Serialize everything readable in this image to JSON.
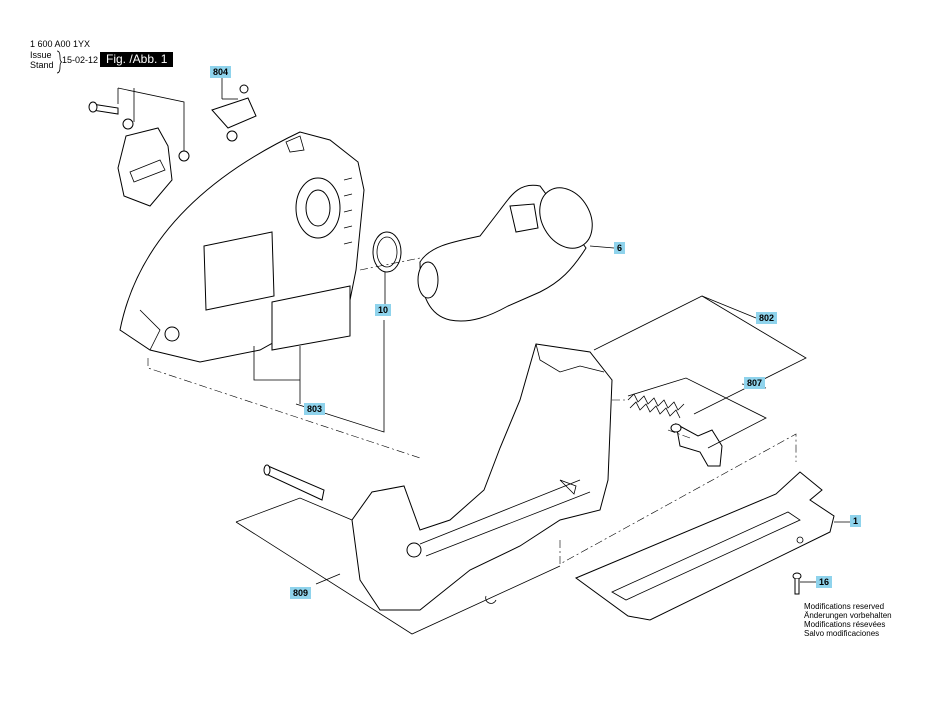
{
  "header": {
    "doc_number": "1 600 A00 1YX",
    "issue_label": "Issue",
    "stand_label": "Stand",
    "date": "15-02-12",
    "figure_label": "Fig. /Abb. 1"
  },
  "callouts": {
    "c804": "804",
    "c6": "6",
    "c10": "10",
    "c802": "802",
    "c807": "807",
    "c803": "803",
    "c1": "1",
    "c16": "16",
    "c809": "809"
  },
  "notes": [
    "Modifications reserved",
    "Änderungen vorbehalten",
    "Modifications résevées",
    "Salvo modificaciones"
  ],
  "colors": {
    "callout_bg": "#8fd3ec",
    "figure_bg": "#000000"
  }
}
